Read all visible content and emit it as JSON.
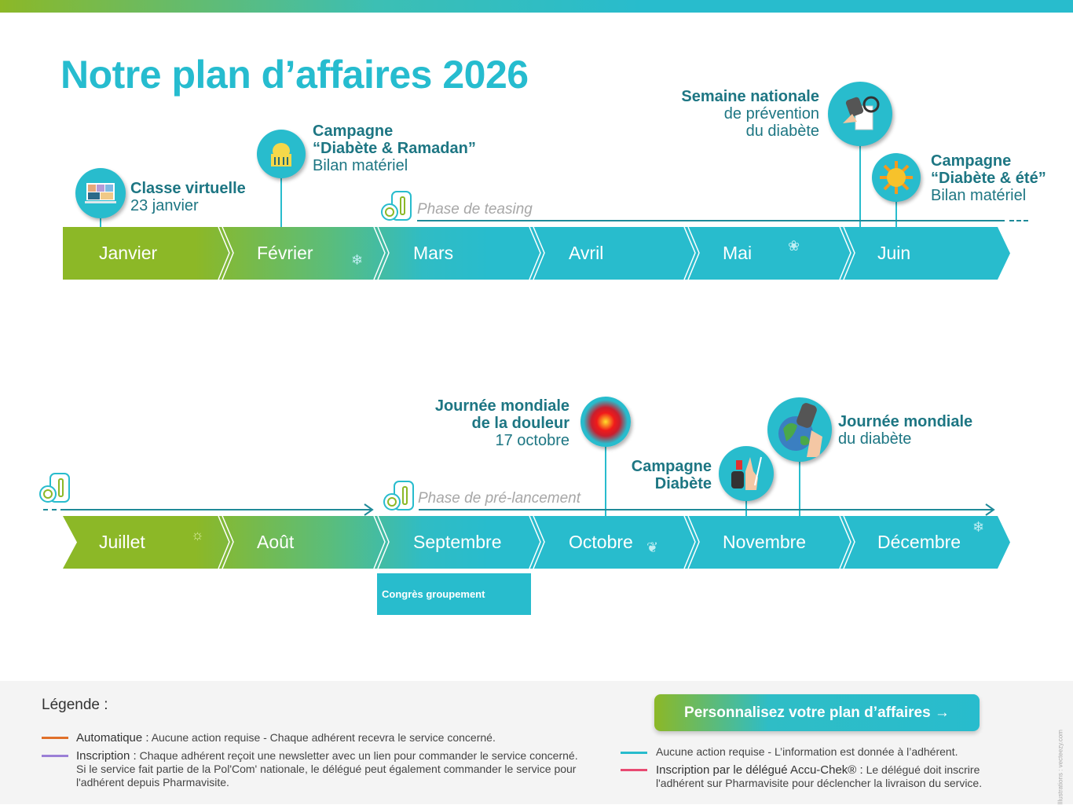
{
  "title": "Notre plan d’affaires 2026",
  "months_row1": [
    "Janvier",
    "Février",
    "Mars",
    "Avril",
    "Mai",
    "Juin"
  ],
  "months_row2": [
    "Juillet",
    "Août",
    "Septembre",
    "Octobre",
    "Novembre",
    "Décembre"
  ],
  "events": {
    "classe": {
      "title": "Classe virtuelle",
      "sub": "23 janvier",
      "icon": "video-conference-icon"
    },
    "ramadan": {
      "title1": "Campagne",
      "title2": "“Diabète & Ramadan”",
      "sub": "Bilan matériel",
      "icon": "mosque-icon"
    },
    "semaine": {
      "title": "Semaine nationale",
      "sub1": "de prévention",
      "sub2": "du diabète",
      "icon": "glucometer-magnifier-icon"
    },
    "ete": {
      "title1": "Campagne",
      "title2": "“Diabète & été”",
      "sub": "Bilan matériel",
      "icon": "sun-icon"
    },
    "douleur": {
      "title1": "Journée mondiale",
      "title2": "de la douleur",
      "sub": "17 octobre",
      "icon": "pain-target-icon"
    },
    "campagne_diabete": {
      "title1": "Campagne",
      "title2": "Diabète",
      "icon": "finger-prick-icon"
    },
    "mondiale_diabete": {
      "title": "Journée mondiale",
      "sub": "du diabète",
      "icon": "globe-glucometer-icon"
    }
  },
  "phases": {
    "teasing": "Phase de teasing",
    "prelancement": "Phase de pré-lancement"
  },
  "congres": "Congrès groupement",
  "legend": {
    "title": "Légende :",
    "items": [
      {
        "label": "Automatique :",
        "text": "Aucune action requise - Chaque adhérent recevra le service concerné.",
        "color": "#e0702a"
      },
      {
        "label": "Inscription :",
        "text": "Chaque adhérent reçoit une newsletter avec un lien pour commander le service concerné.",
        "text2": "Si le service fait partie de la Pol'Com' nationale, le délégué peut également commander le service pour",
        "text3": "l'adhérent depuis Pharmavisite.",
        "color": "#9b7fd6"
      },
      {
        "text": "Aucune action requise - L’information est donnée à l’adhérent.",
        "color": "#28bccd"
      },
      {
        "label": "Inscription par le délégué Accu-Chek® :",
        "text": "Le délégué doit inscrire",
        "text2": "l'adhérent sur Pharmavisite pour déclencher la livraison du service.",
        "color": "#e84a72"
      }
    ]
  },
  "cta": "Personnalisez votre plan d’affaires →",
  "credit": "Illustrations : vecteezy.com"
}
